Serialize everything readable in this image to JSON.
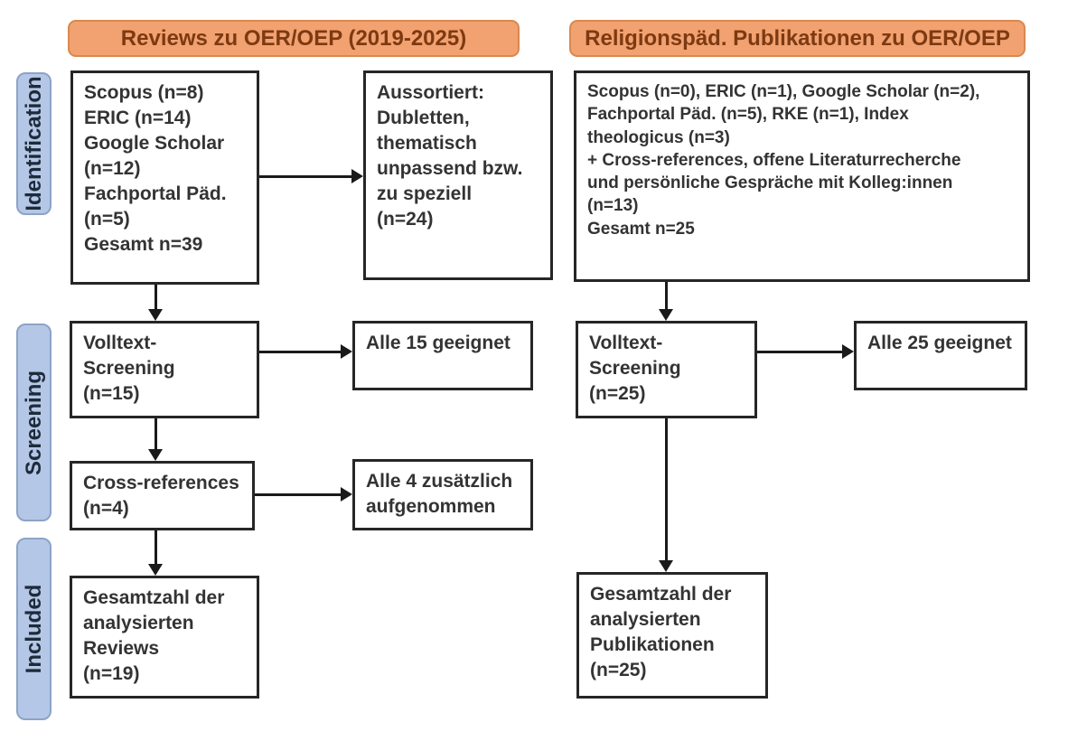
{
  "headers": {
    "left": "Reviews zu OER/OEP (2019-2025)",
    "right": "Religionspäd. Publikationen zu OER/OEP"
  },
  "stages": {
    "identification": "Identification",
    "screening": "Screening",
    "included": "Included"
  },
  "left": {
    "sources": "Scopus (n=8)\nERIC (n=14)\nGoogle Scholar\n(n=12)\nFachportal Päd.\n(n=5)\nGesamt n=39",
    "excluded": "Aussortiert:\nDubletten,\nthematisch\nunpassend bzw.\nzu speziell\n(n=24)",
    "screening": "Volltext-\nScreening\n(n=15)",
    "eligible": "Alle 15 geeignet",
    "crossref": "Cross-references\n(n=4)",
    "added": "Alle 4 zusätzlich\naufgenommen",
    "total": "Gesamtzahl der\nanalysierten\nReviews\n(n=19)"
  },
  "right": {
    "sources": "Scopus (n=0), ERIC (n=1), Google Scholar (n=2),\nFachportal Päd. (n=5), RKE (n=1), Index\ntheologicus (n=3)\n+ Cross-references, offene Literaturrecherche\nund persönliche Gespräche mit Kolleg:innen\n(n=13)\nGesamt n=25",
    "screening": "Volltext-\nScreening\n(n=25)",
    "eligible": "Alle 25 geeignet",
    "total": "Gesamtzahl der\nanalysierten\nPublikationen\n(n=25)"
  },
  "colors": {
    "header_fill": "#f2a170",
    "header_border": "#d9884f",
    "header_text": "#7d3a12",
    "stage_fill": "#b5c7e6",
    "stage_border": "#8da3c6",
    "stage_text": "#1d2b3a",
    "box_border": "#262626",
    "box_text": "#333333",
    "arrow_color": "#1a1a1a"
  }
}
